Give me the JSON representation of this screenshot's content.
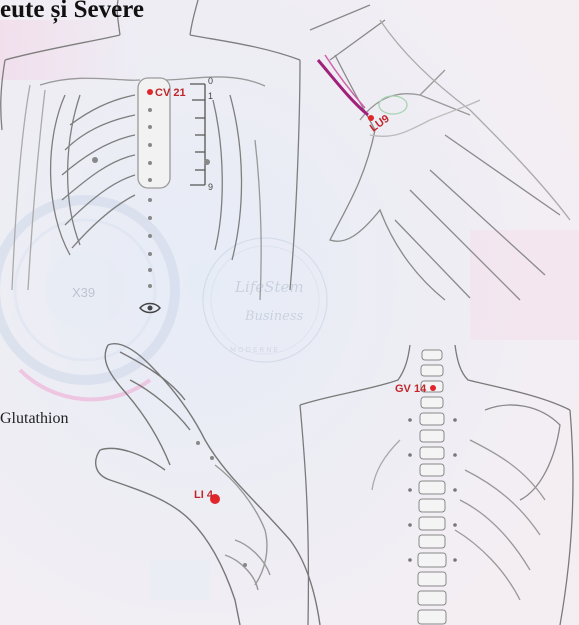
{
  "title": "eute și Severe",
  "caption": "Glutathion",
  "points": {
    "cv21": "CV 21",
    "lu9": "LU9",
    "li4": "LI 4",
    "gv14": "GV 14"
  },
  "ruler_ticks": [
    "0",
    "1",
    "9"
  ],
  "watermark": {
    "line1": "LifeStem",
    "line2": "Business",
    "ring_text": "MODERNE"
  },
  "hud_text": "X39",
  "colors": {
    "accent_point": "#e0262b",
    "bone_line": "#8a8a8a",
    "label": "#c0262b"
  }
}
